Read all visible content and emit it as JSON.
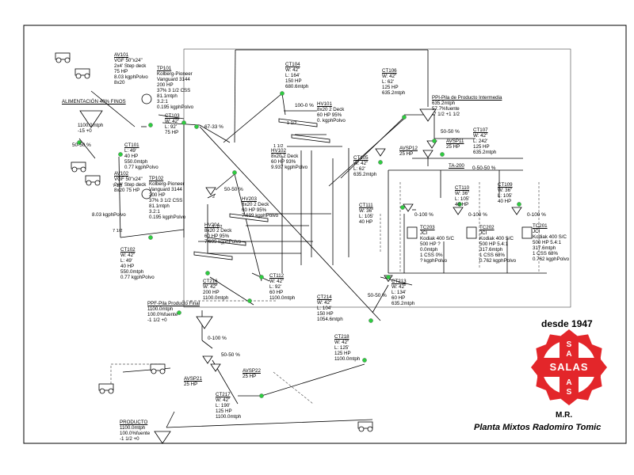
{
  "diagram": {
    "colors": {
      "line": "#000000",
      "node": "#2ecc40",
      "red": "#e3262a"
    },
    "blocks": [
      {
        "id": "AV101",
        "lines": [
          "VGF 50\"x24\"",
          "2x4' Step deck",
          "75 HP",
          "8.03 kgphPolvo",
          "8x20"
        ]
      },
      {
        "id": "TP101",
        "lines": [
          "Kolberg-Pioneer",
          "Vanguard 3144",
          "200 HP",
          "37% 3 1/2 CSS",
          "81.1mtph",
          "3.2:1",
          "0.195 kgphPolvo"
        ]
      },
      {
        "id": "ALIMENTACIÓN 40% FINOS",
        "lines": []
      },
      {
        "id": "",
        "lines": [
          "1100.0mtph",
          "-15 +0"
        ]
      },
      {
        "id": "CT101",
        "lines": [
          "L: 49'",
          "40 HP",
          "550.0mtph",
          "0.77 kgphPolvo"
        ]
      },
      {
        "id": "CT103",
        "lines": [
          "W: 42\"",
          "L: 92'",
          "75 HP"
        ]
      },
      {
        "id": "AV102",
        "lines": [
          "VGF 50\"x24\"",
          "2x4' Step deck",
          "8x20 75 HP"
        ]
      },
      {
        "id": "TP102",
        "lines": [
          "Kolberg-Pioneer",
          "Vanguard 3144",
          "200 HP",
          "37% 3 1/2 CSS",
          "81.1mtph",
          "3.2:1",
          "0.195 kgphPolvo"
        ]
      },
      {
        "id": "",
        "lines": [
          "8.03 kgphPolvo"
        ]
      },
      {
        "id": "CT102",
        "lines": [
          "W: 42\"",
          "L: 49'",
          "40 HP",
          "550.0mtph",
          "0.77 kgphPolvo"
        ]
      },
      {
        "id": "CT104",
        "lines": [
          "W: 42\"",
          "L: 164'",
          "150 HP",
          "680.6mtph"
        ]
      },
      {
        "id": "HV101",
        "lines": [
          "8x20 2 Deck",
          "60 HP 95%",
          "0. kgphPolvo"
        ]
      },
      {
        "id": "HV102",
        "lines": [
          "8x20 2 Deck",
          "60 HP 93%",
          "9.937 kgphPolvo"
        ]
      },
      {
        "id": "HV203",
        "lines": [
          "8x20 2 Deck",
          "60 HP 95%",
          "7.699 kgphPolvo"
        ]
      },
      {
        "id": "HV204",
        "lines": [
          "8x20 2 Deck",
          "60 HP 95%",
          "7.699 kgphPolvo"
        ]
      },
      {
        "id": "CT112",
        "lines": [
          "W: 42\"",
          "L: 92'",
          "60 HP",
          "1100.0mtph"
        ]
      },
      {
        "id": "CT216",
        "lines": [
          "W: 42\"",
          "200 HP",
          "1100.0mtph"
        ]
      },
      {
        "id": "CT214",
        "lines": [
          "W: 42\"",
          "L: 104'",
          "150 HP",
          "1054.6mtph"
        ]
      },
      {
        "id": "CT106",
        "lines": [
          "W: 42\"",
          "L: 62'",
          "125 HP",
          "635.2mtph"
        ]
      },
      {
        "id": "PPI-Pila de Producto Intermedia",
        "lines": [
          "635.2mtph",
          "57.7%fuente",
          "-7 1/2 +1 1/2"
        ]
      },
      {
        "id": "CT105",
        "lines": [
          "W: 42\"",
          "L: 62'",
          "635.2mtph"
        ]
      },
      {
        "id": "AVSP12",
        "lines": [
          "25 HP"
        ]
      },
      {
        "id": "AVSP11",
        "lines": [
          "25 HP"
        ]
      },
      {
        "id": "CT107",
        "lines": [
          "W: 42\"",
          "L: 242'",
          "125 HP",
          "635.2mtph"
        ]
      },
      {
        "id": "TA-200",
        "lines": []
      },
      {
        "id": "CT111",
        "lines": [
          "W: 36\"",
          "L: 105'",
          "40 HP"
        ]
      },
      {
        "id": "CT110",
        "lines": [
          "W: 36\"",
          "L: 105'",
          "40 HP"
        ]
      },
      {
        "id": "CT109",
        "lines": [
          "W: 36\"",
          "L: 105'",
          "40 HP"
        ]
      },
      {
        "id": "TC203",
        "lines": [
          "JCI",
          "Kodiak 400 S/C",
          "500 HP ?",
          "0.0mtph",
          "1 CSS 0%",
          "? kgphPolvo"
        ]
      },
      {
        "id": "TC202",
        "lines": [
          "JCI",
          "Kodiak 400 S/C",
          "500 HP 5.4:1",
          "317.6mtph",
          "1 CSS 68%",
          "0.762 kgphPolvo"
        ]
      },
      {
        "id": "TC201",
        "lines": [
          "JCI",
          "Kodiak 400 S/C",
          "500 HP 5.4:1",
          "317.6mtph",
          "1 CSS 68%",
          "0.762 kgphPolvo"
        ]
      },
      {
        "id": "CT213",
        "lines": [
          "W: 42\"",
          "L: 134'",
          "60 HP",
          "635.2mtph"
        ]
      },
      {
        "id": "PPF-Pila Producto Final",
        "lines": [
          "1100.0mtph",
          "100.0%fuente",
          "-1 1/2 +0"
        ]
      },
      {
        "id": "CT218",
        "lines": [
          "W: 42\"",
          "L: 125'",
          "125 HP",
          "1100.0mtph"
        ]
      },
      {
        "id": "AVSP21",
        "lines": [
          "25 HP"
        ]
      },
      {
        "id": "AVSP22",
        "lines": [
          "25 HP"
        ]
      },
      {
        "id": "CT217",
        "lines": [
          "W: 42\"",
          "L: 190'",
          "125 HP",
          "1100.0mtph"
        ]
      },
      {
        "id": "PRODUCTO",
        "lines": [
          "1100.0mtph",
          "100.0%fuente",
          "-1 1/2 +0"
        ]
      }
    ],
    "ratios": [
      "50-50 %",
      "67-33 %",
      "100-0 %",
      "50-50 %",
      "50-50 %",
      "0-50-50 %",
      "0-100 %",
      "0-100 %",
      "0-100 %",
      "50-50 %",
      "0-100 %",
      "50-50 %"
    ],
    "deck_marks": [
      "7 1/2",
      "7 1/2",
      "1 1/2",
      "1 1/2",
      "2",
      "1 1/2"
    ]
  },
  "brand": {
    "year": "desde 1947",
    "logo_letters": [
      "S",
      "A",
      "L",
      "A",
      "S"
    ],
    "initials": "M.R.",
    "plant_name": "Planta Mixtos Radomiro Tomic"
  }
}
